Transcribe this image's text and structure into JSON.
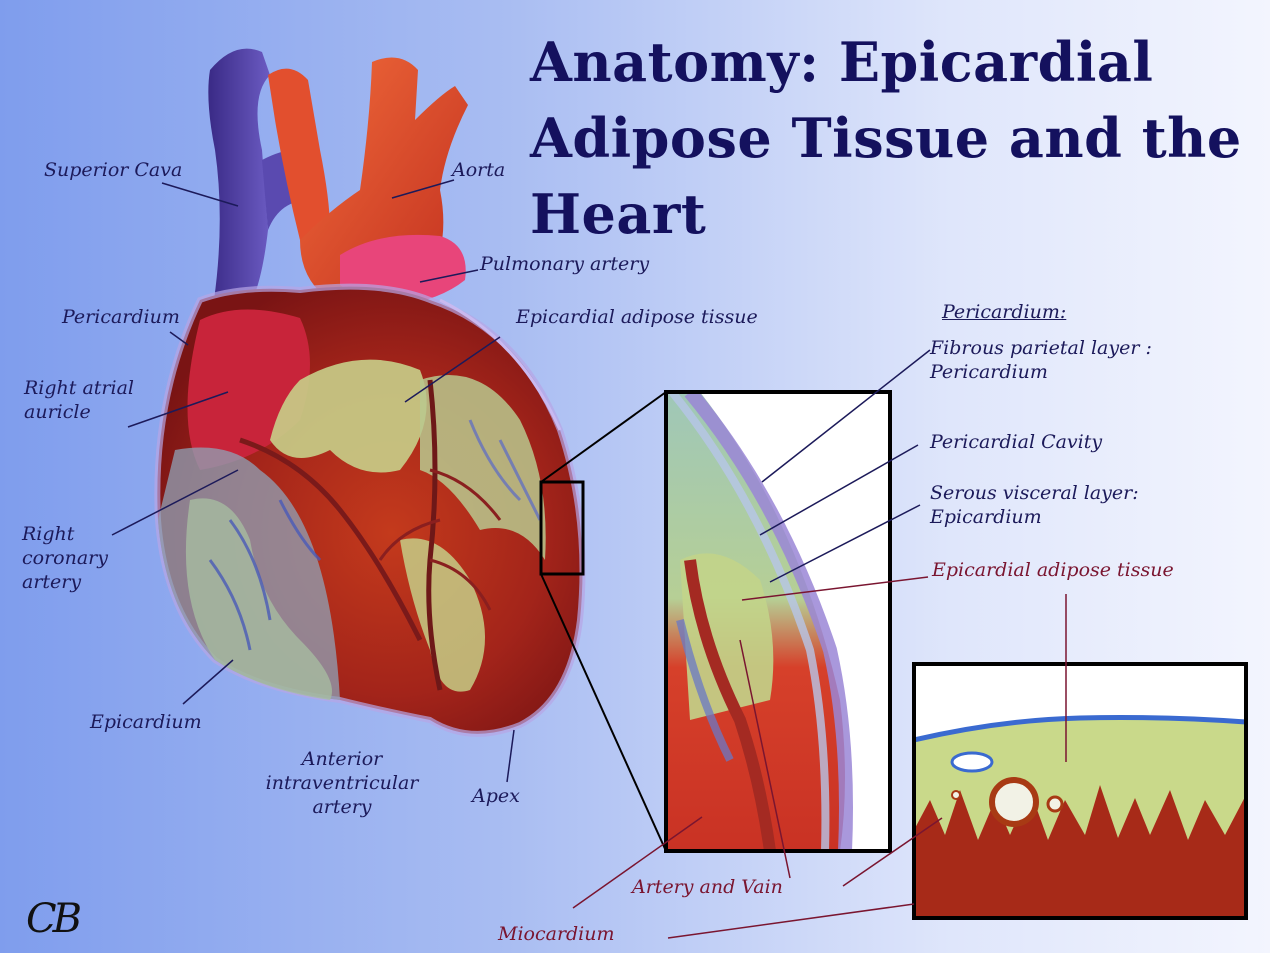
{
  "title": "Anatomy: Epicardial Adipose Tissue and the Heart",
  "heart_labels": {
    "superior_cava": "Superior Cava",
    "aorta": "Aorta",
    "pulmonary_artery": "Pulmonary artery",
    "pericardium": "Pericardium",
    "epicardial_adipose_tissue": "Epicardial adipose tissue",
    "right_atrial_auricle": "Right atrial auricle",
    "right_coronary_artery": "Right coronary artery",
    "epicardium": "Epicardium",
    "anterior_intraventricular_artery": "Anterior intraventricular artery",
    "apex": "Apex"
  },
  "detail_labels": {
    "pericardium_heading": "Pericardium:",
    "fibrous_parietal_layer": "Fibrous parietal layer : Pericardium",
    "pericardial_cavity": "Pericardial Cavity",
    "serous_visceral_layer": "Serous visceral layer: Epicardium",
    "epicardial_adipose_tissue": "Epicardial adipose tissue",
    "artery_and_vain": "Artery and Vain",
    "miocardium": "Miocardium"
  },
  "signature": "CB"
}
